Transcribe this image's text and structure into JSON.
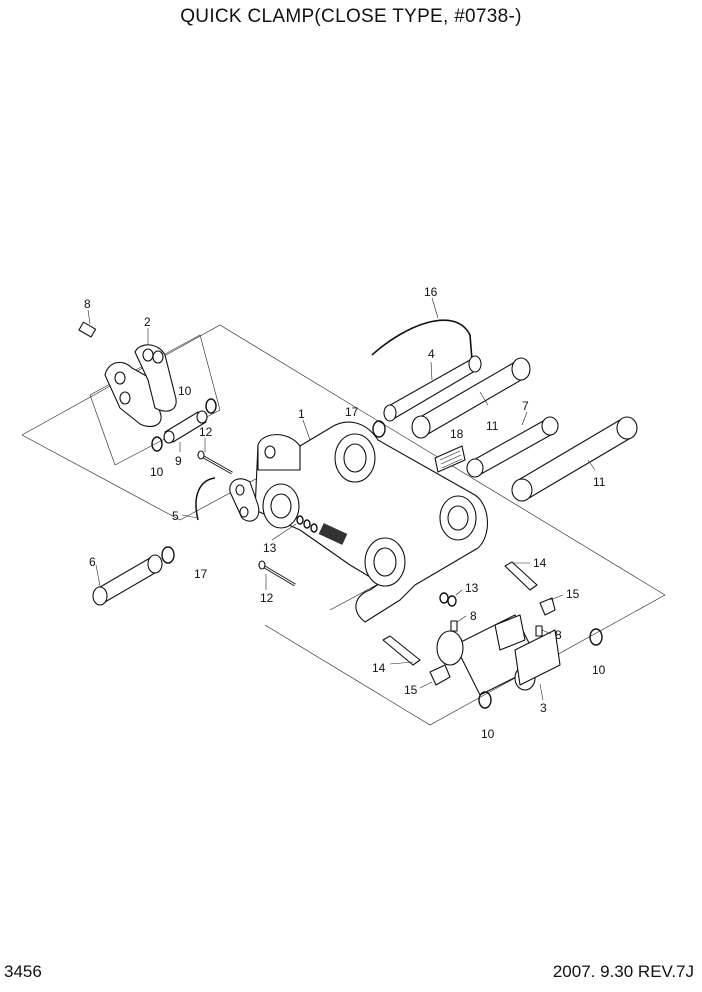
{
  "header": {
    "title": "QUICK CLAMP(CLOSE TYPE, #0738-)"
  },
  "footer": {
    "page_number": "3456",
    "revision": "2007. 9.30  REV.7J"
  },
  "callouts": {
    "c1": "1",
    "c2": "2",
    "c3": "3",
    "c4": "4",
    "c5": "5",
    "c6": "6",
    "c7": "7",
    "c8a": "8",
    "c8b": "8",
    "c8c": "8",
    "c9": "9",
    "c10a": "10",
    "c10b": "10",
    "c10c": "10",
    "c10d": "10",
    "c11a": "11",
    "c11b": "11",
    "c12a": "12",
    "c12b": "12",
    "c13a": "13",
    "c13b": "13",
    "c14a": "14",
    "c14b": "14",
    "c15a": "15",
    "c15b": "15",
    "c16": "16",
    "c17a": "17",
    "c17b": "17",
    "c18": "18"
  }
}
